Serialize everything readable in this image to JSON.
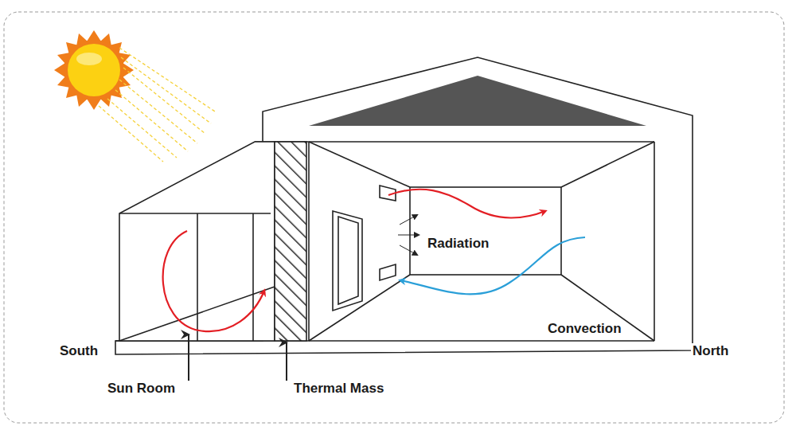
{
  "diagram": {
    "labels": [
      "South",
      "Sun Room",
      "Thermal Mass",
      "Radiation",
      "Convection",
      "North"
    ]
  }
}
